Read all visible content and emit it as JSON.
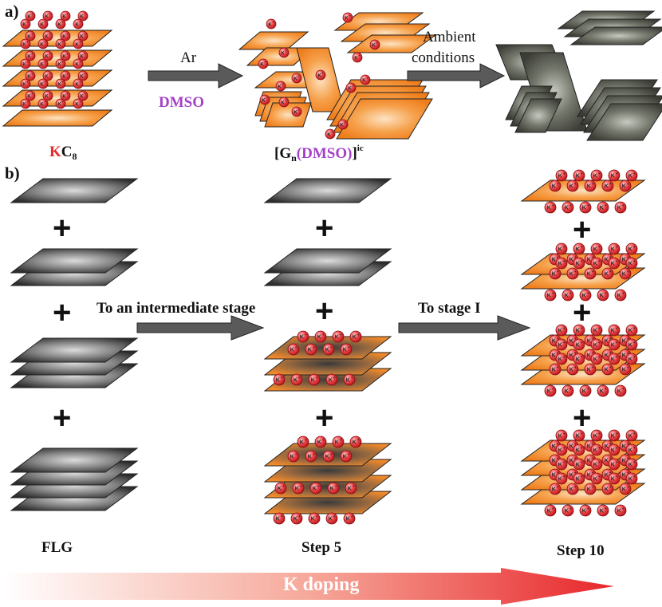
{
  "panels": {
    "a": "a)",
    "b": "b)"
  },
  "row_a": {
    "kc8": {
      "k": "K",
      "c": "C",
      "sub": "8"
    },
    "arrow1": {
      "top": "Ar",
      "bottom": "DMSO"
    },
    "complex": {
      "open": "[G",
      "sub": "n",
      "mid": "(DMSO)",
      "close": "]",
      "sup": "ic"
    },
    "arrow2": {
      "line1": "Ambient",
      "line2": "conditions"
    }
  },
  "row_b": {
    "arrow1": "To an intermediate stage",
    "arrow2": "To stage I",
    "captions": [
      "FLG",
      "Step 5",
      "Step 10"
    ],
    "plus": "+"
  },
  "bottom_arrow": {
    "label": "K doping"
  },
  "ion_label": "K",
  "ion_charge": "+",
  "colors": {
    "orange": "#f28a2a",
    "orange_light": "#fbd9b0",
    "graphene_dark": "#3a3a3a",
    "graphene_light": "#d4d4d4",
    "ion_red": "#e8262b",
    "dmso_purple": "#a442c9",
    "arrow_gray": "#5a5a5a"
  }
}
